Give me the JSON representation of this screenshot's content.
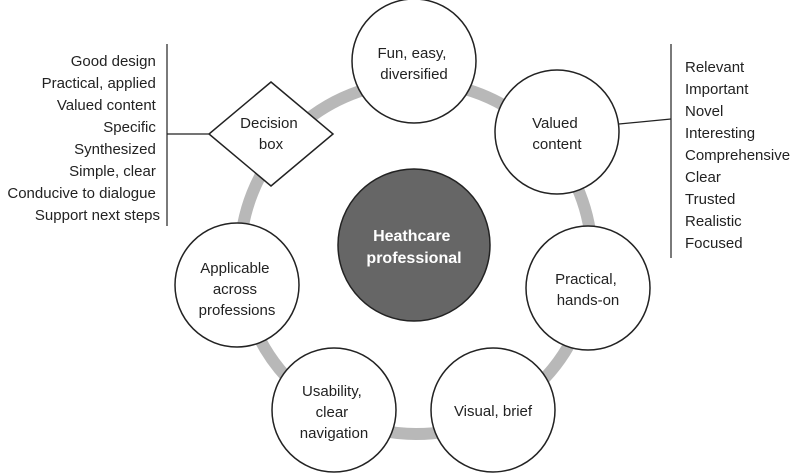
{
  "center": {
    "lines": [
      "Heathcare",
      "professional"
    ]
  },
  "nodes": [
    {
      "id": "fun",
      "lines": [
        "Fun, easy,",
        "diversified"
      ]
    },
    {
      "id": "valued",
      "lines": [
        "Valued",
        "content"
      ]
    },
    {
      "id": "practical",
      "lines": [
        "Practical,",
        "hands-on"
      ]
    },
    {
      "id": "visual",
      "lines": [
        "Visual, brief"
      ]
    },
    {
      "id": "usability",
      "lines": [
        "Usability,",
        "clear",
        "navigation"
      ]
    },
    {
      "id": "applicable",
      "lines": [
        "Applicable",
        "across",
        "professions"
      ]
    }
  ],
  "decision_box": {
    "lines": [
      "Decision",
      "box"
    ]
  },
  "left_list": [
    "Good design",
    "Practical, applied",
    "Valued content",
    "Specific",
    "Synthesized",
    "Simple, clear",
    "Conducive to dialogue",
    "Support next steps"
  ],
  "right_list": [
    "Relevant",
    "Important",
    "Novel",
    "Interesting",
    "Comprehensive",
    "Clear",
    "Trusted",
    "Realistic",
    "Focused"
  ],
  "colors": {
    "ring": "#b8b8b8",
    "center_fill": "#666666",
    "center_text": "#ffffff",
    "stroke": "#222222"
  }
}
